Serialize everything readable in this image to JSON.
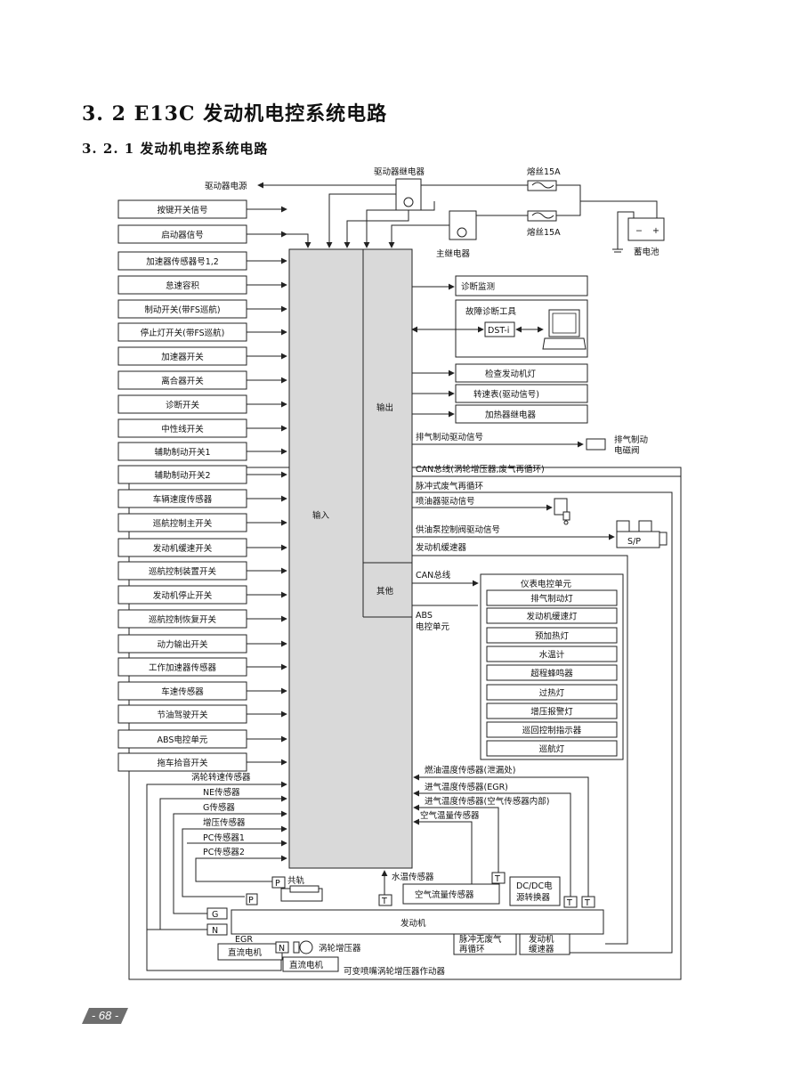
{
  "section_title": "3. 2   E13C 发动机电控系统电路",
  "subsection_title": "3. 2. 1   发动机电控系统电路",
  "page_number": "- 68 -",
  "ecu": {
    "input_label": "输入",
    "output_label": "输出",
    "other_label": "其他"
  },
  "power": {
    "driver_relay": "驱动器继电器",
    "main_relay": "主继电器",
    "fuse1": "熔丝15A",
    "fuse2": "熔丝15A",
    "battery": "蓄电池",
    "driver_power": "驱动器电源"
  },
  "inputs": [
    "按键开关信号",
    "启动器信号",
    "加速器传感器号1,2",
    "怠速容积",
    "制动开关(带FS巡航)",
    "停止灯开关(带FS巡航)",
    "加速器开关",
    "离合器开关",
    "诊断开关",
    "中性线开关",
    "辅助制动开关1",
    "辅助制动开关2",
    "车辆速度传感器",
    "巡航控制主开关",
    "发动机缓速开关",
    "巡航控制装置开关",
    "发动机停止开关",
    "巡航控制恢复开关",
    "动力输出开关",
    "工作加速器传感器",
    "车速传感器",
    "节油驾驶开关",
    "ABS电控单元",
    "拖车拾音开关"
  ],
  "outputs": {
    "diag_monitor": "诊断监测",
    "fault_tool": "故障诊断工具",
    "dst": "DST-i",
    "check_engine": "检查发动机灯",
    "tachometer": "转速表(驱动信号)",
    "heater_relay": "加热器继电器",
    "exhaust_brake_signal": "排气制动驱动信号",
    "exhaust_brake_valve": "排气制动电磁阀",
    "can_bus_turbo": "CAN总线(涡轮增压器,废气再循环)",
    "pulse_egr": "脉冲式废气再循环",
    "injector_signal": "喷油器驱动信号",
    "pump_signal": "供油泵控制阀驱动信号",
    "sp": "S/P",
    "engine_retarder": "发动机缓速器",
    "can_bus": "CAN总线",
    "abs_ecu": "ABS\n电控单元"
  },
  "meter_unit": {
    "title": "仪表电控单元",
    "items": [
      "排气制动灯",
      "发动机缓速灯",
      "预加热灯",
      "水温计",
      "超程蜂鸣器",
      "过热灯",
      "增压报警灯",
      "巡回控制指示器",
      "巡航灯"
    ]
  },
  "sensors": {
    "fuel_temp": "燃油温度传感器(泄漏处)",
    "intake_temp_egr": "进气温度传感器(EGR)",
    "intake_temp_afs": "进气温度传感器(空气传感器内部)",
    "air_temp": "空气温量传感器",
    "turbo_speed": "涡轮转速传感器",
    "ne": "NE传感器",
    "g": "G传感器",
    "boost": "增压传感器",
    "pc1": "PC传感器1",
    "pc2": "PC传感器2",
    "water_temp": "水温传感器",
    "common_rail": "共轨",
    "air_flow": "空气流量传感器",
    "dcdc": "DC/DC电源转换器",
    "engine": "发动机",
    "egr_label": "EGR",
    "dc_motor1": "直流电机",
    "dc_motor2": "直流电机",
    "turbocharger": "涡轮增压器",
    "vnt_actuator": "可变喷嘴涡轮增压器作动器",
    "pulse_egr_box": "脉冲无废气再循环",
    "retarder_box": "发动机缓速器",
    "tag_p": "P",
    "tag_g": "G",
    "tag_n": "N",
    "tag_t": "T"
  }
}
